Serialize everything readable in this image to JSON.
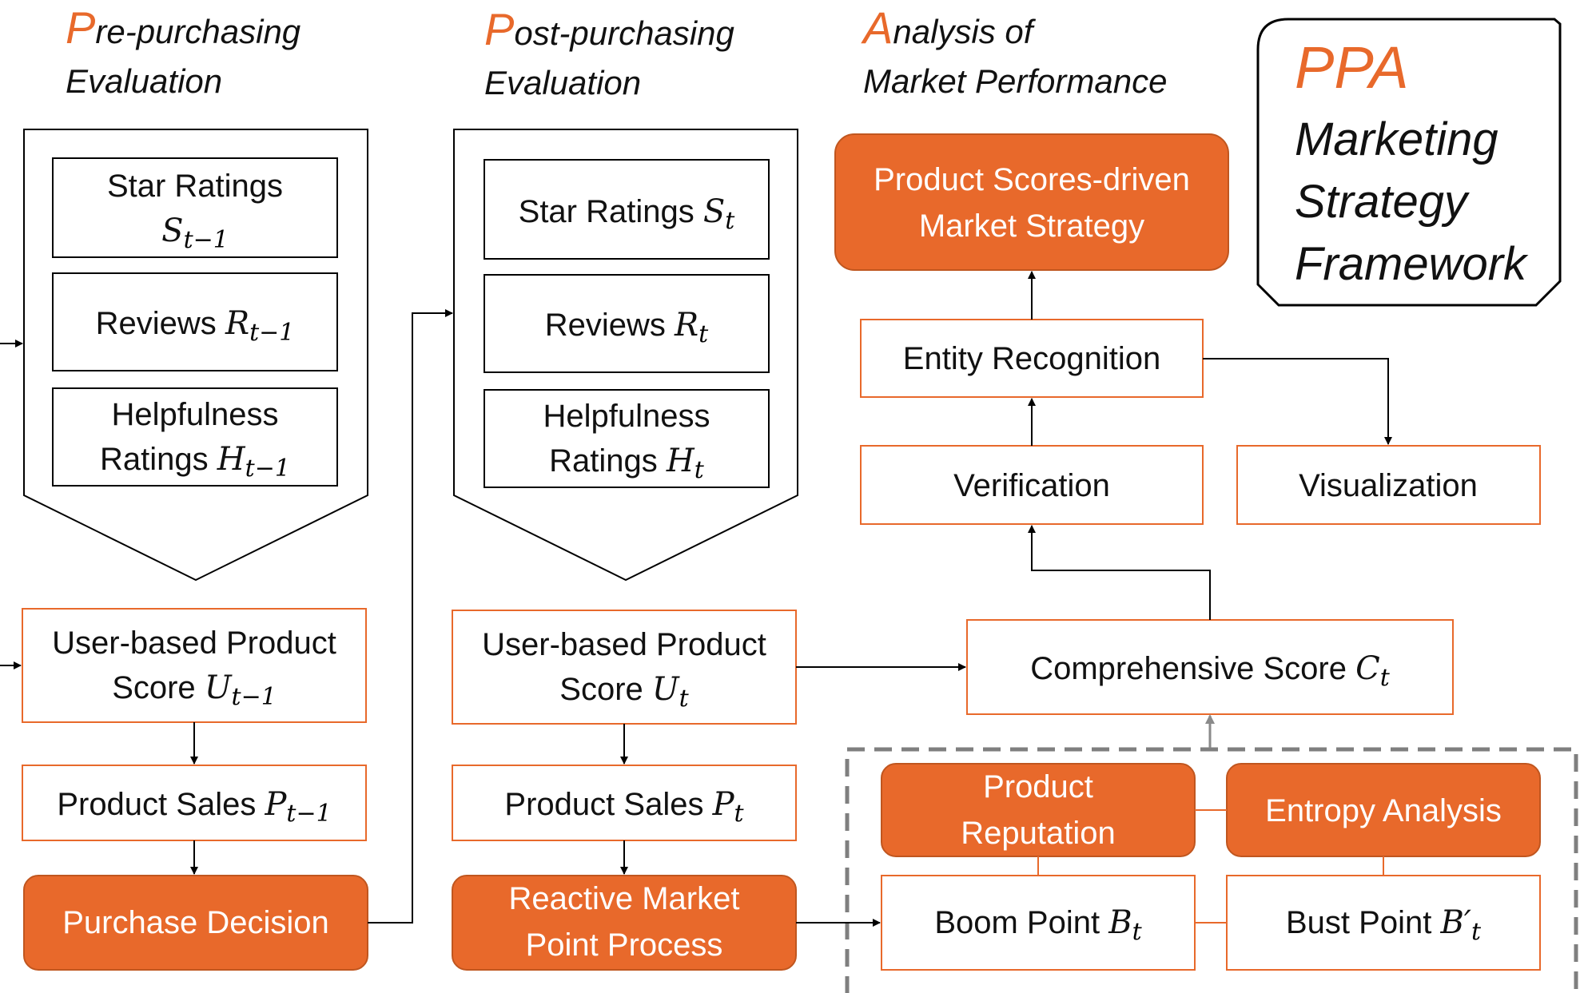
{
  "headers": {
    "pre": {
      "cap": "P",
      "rest": "re-purchasing",
      "line2": "Evaluation"
    },
    "post": {
      "cap": "P",
      "rest": "ost-purchasing",
      "line2": "Evaluation"
    },
    "analysis": {
      "cap": "A",
      "rest": "nalysis of",
      "line2": "Market Performance"
    }
  },
  "framework": {
    "ppa": "PPA",
    "line1": "Marketing",
    "line2": "Strategy",
    "line3": "Framework"
  },
  "pre": {
    "star": {
      "label": "Star Ratings",
      "var": "S",
      "sub": "t−1"
    },
    "reviews": {
      "label": "Reviews",
      "var": "R",
      "sub": "t−1"
    },
    "help": {
      "line1": "Helpfulness",
      "label": "Ratings",
      "var": "H",
      "sub": "t−1"
    },
    "score": {
      "line1": "User-based Product",
      "label": "Score",
      "var": "U",
      "sub": "t−1"
    },
    "sales": {
      "label": "Product Sales",
      "var": "P",
      "sub": "t−1"
    },
    "decision": "Purchase Decision"
  },
  "post": {
    "star": {
      "label": "Star Ratings",
      "var": "S",
      "sub": "t"
    },
    "reviews": {
      "label": "Reviews",
      "var": "R",
      "sub": "t"
    },
    "help": {
      "line1": "Helpfulness",
      "label": "Ratings",
      "var": "H",
      "sub": "t"
    },
    "score": {
      "line1": "User-based Product",
      "label": "Score",
      "var": "U",
      "sub": "t"
    },
    "sales": {
      "label": "Product Sales",
      "var": "P",
      "sub": "t"
    },
    "reactive": {
      "line1": "Reactive Market",
      "line2": "Point Process"
    }
  },
  "analysis": {
    "strategy": {
      "line1": "Product Scores-driven",
      "line2": "Market Strategy"
    },
    "entity": "Entity Recognition",
    "verification": "Verification",
    "visualization": "Visualization",
    "comprehensive": {
      "label": "Comprehensive Score",
      "var": "C",
      "sub": "t"
    },
    "reputation": {
      "line1": "Product",
      "line2": "Reputation"
    },
    "entropy": "Entropy Analysis",
    "boom": {
      "label": "Boom Point",
      "var": "B",
      "sub": "t"
    },
    "bust": {
      "label": "Bust Point",
      "var": "B′",
      "sub": "t"
    }
  },
  "colors": {
    "accent": "#E8692B",
    "stroke": "#000000",
    "dashed": "#7F7F7F"
  }
}
